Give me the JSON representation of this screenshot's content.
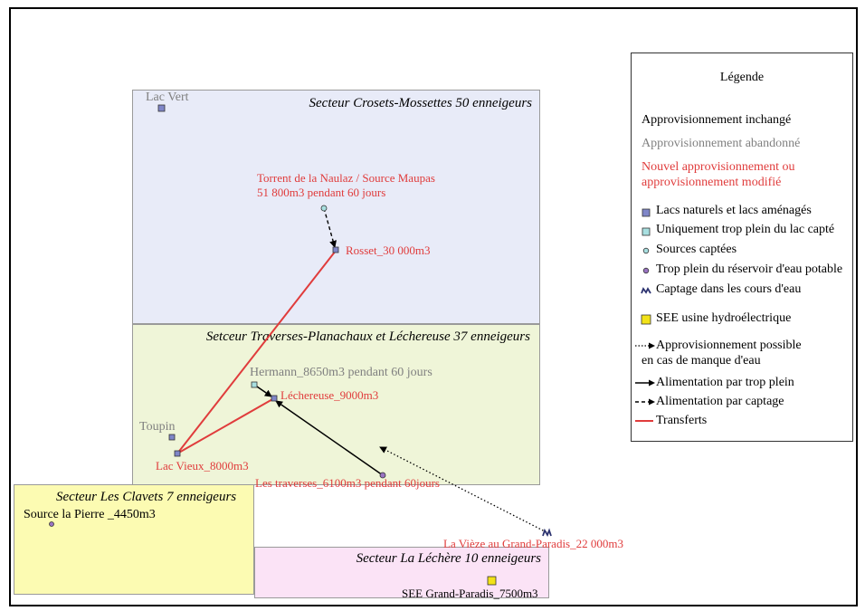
{
  "sectors": {
    "crosets": "Secteur Crosets-Mossettes 50 enneigeurs",
    "traverses": "Setceur Traverses-Planachaux et Léchereuse 37 enneigeurs",
    "clavets": "Secteur Les Clavets 7 enneigeurs",
    "lechere": "Secteur La Léchère 10 enneigeurs"
  },
  "nodes": {
    "lac_vert": "Lac Vert",
    "torrent_line1": "Torrent de la Naulaz / Source Maupas",
    "torrent_line2": "51 800m3 pendant 60 jours",
    "rosset": "Rosset_30 000m3",
    "hermann": "Hermann_8650m3 pendant 60 jours",
    "lechereuse": "Léchereuse_9000m3",
    "toupin": "Toupin",
    "lac_vieux": "Lac Vieux_8000m3",
    "traverses": "Les traverses_6100m3 pendant 60jours",
    "source_pierre": "Source la Pierre _4450m3",
    "vieze": "La Vièze au Grand-Paradis_22 000m3",
    "see": "SEE Grand-Paradis_7500m3"
  },
  "legend": {
    "title": "Légende",
    "unchanged": "Approvisionnement inchangé",
    "abandoned": "Approvisionnement abandonné",
    "new_line1": "Nouvel approvisionnement ou",
    "new_line2": "approvisionnement modifié",
    "lakes": "Lacs naturels et lacs aménagés",
    "overflow_lake": "Uniquement trop plein du lac capté",
    "springs": "Sources captées",
    "overflow_reservoir": "Trop plein du réservoir d'eau potable",
    "stream_capture": "Captage dans les cours d'eau",
    "hydro": "SEE usine hydroélectrique",
    "possible_line1": "Approvisionnement possible",
    "possible_line2": "en cas de manque d'eau",
    "feed_overflow": "Alimentation par trop plein",
    "feed_capture": "Alimentation par captage",
    "transfers": "Transferts"
  },
  "colors": {
    "crosets_bg": "#e8ebf8",
    "traverses_bg": "#eff5d8",
    "clavets_bg": "#fcfbb2",
    "lechere_bg": "#fbe3f6",
    "new_supply": "#e03c3c",
    "abandoned": "#808080",
    "lake_fill": "#7f86c8",
    "overflow_lake_fill": "#a8dfe0",
    "spring_fill": "#a8dfe0",
    "reservoir_fill": "#9a74c2",
    "hydro_fill": "#f2e218"
  },
  "icons": {
    "lake": "square-blue-icon",
    "overflow_lake": "square-cyan-icon",
    "spring": "circle-cyan-icon",
    "reservoir": "circle-purple-icon",
    "stream": "wave-icon",
    "hydro": "square-yellow-icon"
  }
}
